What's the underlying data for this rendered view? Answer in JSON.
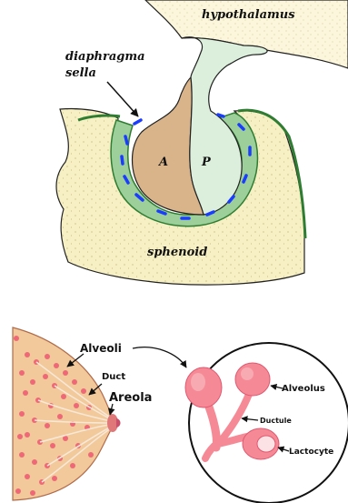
{
  "pituitary": {
    "label_hypothalamus": "hypothalamus",
    "label_diaphragma_line1": "diaphragma",
    "label_diaphragma_line2": "sella",
    "label_anterior": "A",
    "label_posterior": "P",
    "label_sphenoid": "sphenoid"
  },
  "breast": {
    "label_alveoli": "Alveoli",
    "label_duct": "Duct",
    "label_areola": "Areola",
    "label_alveolus": "Alveolus",
    "label_ductule": "Ductule",
    "label_lactocyte": "Lactocyte"
  },
  "colors": {
    "bone": "#f7f0c4",
    "capsule_green": "#9ccf9a",
    "outline_green": "#2e7d32",
    "anterior_tan": "#d9b48a",
    "posterior_mint": "#dcefdc",
    "vessel_blue": "#1a3cff",
    "skin": "#f2c99a",
    "gland_red": "#f06878",
    "alveolus_pink": "#f58a96"
  }
}
